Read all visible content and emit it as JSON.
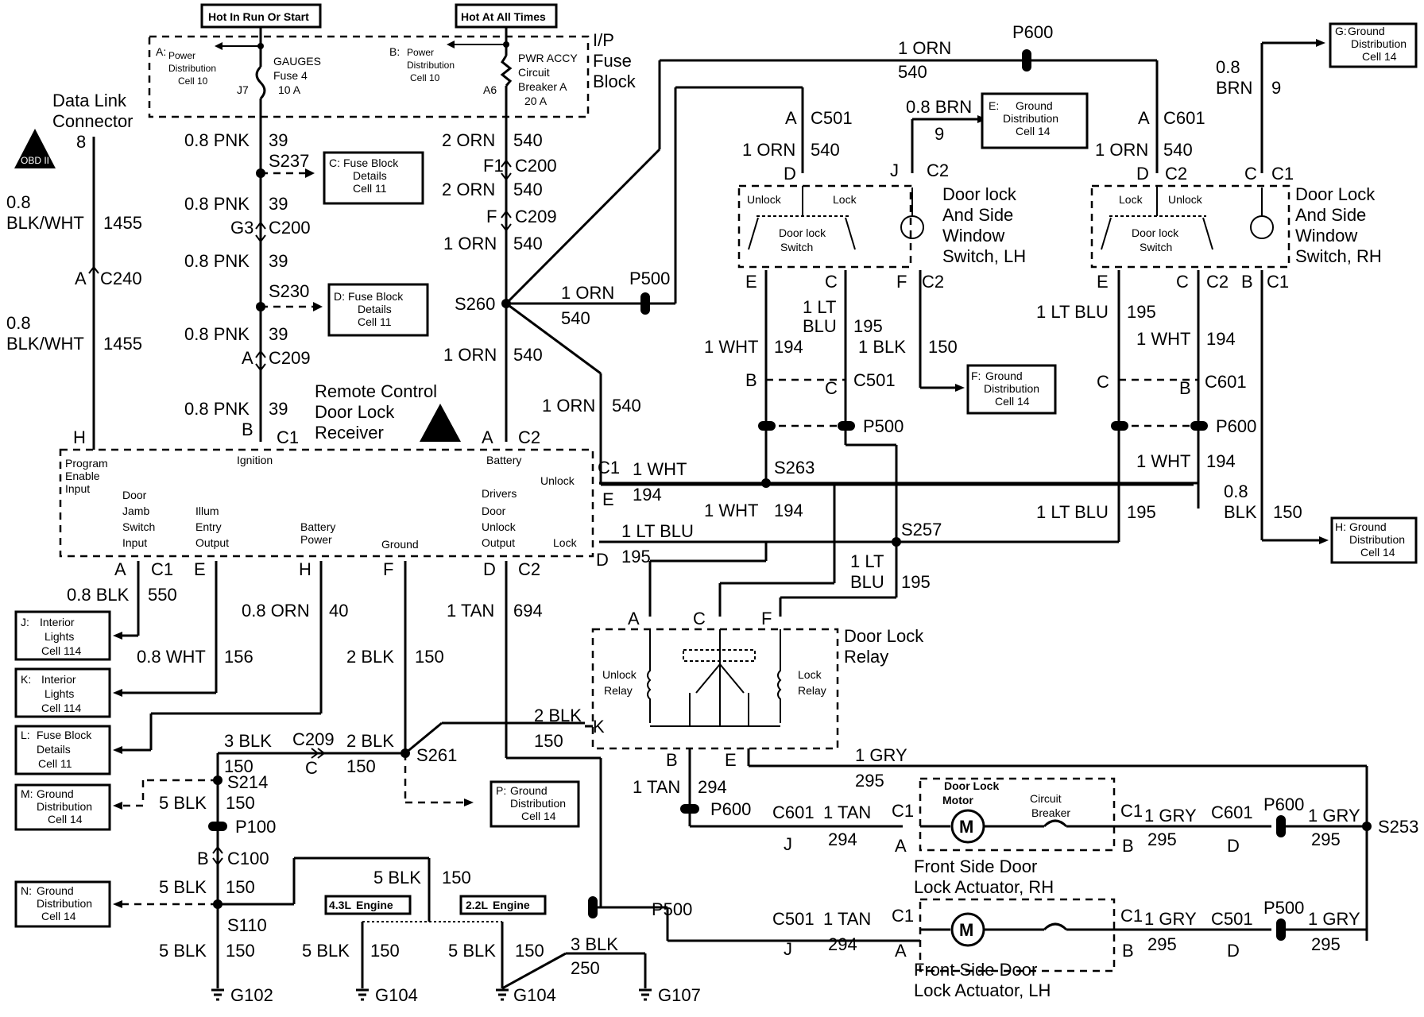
{
  "header": {
    "hot_run_start": "Hot In Run Or Start",
    "hot_all_times": "Hot At All Times",
    "ip_fuse_block": [
      "I/P",
      "Fuse",
      "Block"
    ]
  },
  "fuse_block": {
    "fuse_name": "GAUGES",
    "fuse_id": "Fuse 4",
    "fuse_rating": "10 A",
    "fuse_term": "J7",
    "cb_lines": [
      "PWR ACCY",
      "Circuit",
      "Breaker A",
      "20 A"
    ],
    "cb_term": "A6",
    "ref_a": [
      "A:",
      "Power",
      "Distribution",
      "Cell 10"
    ],
    "ref_b": [
      "B:",
      "Power",
      "Distribution",
      "Cell 10"
    ]
  },
  "dlc": {
    "label": [
      "Data Link",
      "Connector"
    ],
    "pin": "8",
    "icon_text": "OBD II",
    "wire1": [
      "0.8",
      "BLK/WHT",
      "1455"
    ],
    "conn": [
      "A",
      "C240"
    ],
    "wire2": [
      "0.8",
      "BLK/WHT",
      "1455"
    ],
    "pin_h": "H"
  },
  "left_column": [
    {
      "color": "0.8 PNK",
      "circuit": "39"
    },
    {
      "splice": "S237"
    },
    {
      "color": "0.8 PNK",
      "circuit": "39"
    },
    {
      "conn": "G3",
      "id": "C200"
    },
    {
      "color": "0.8 PNK",
      "circuit": "39"
    },
    {
      "splice": "S230"
    },
    {
      "color": "0.8 PNK",
      "circuit": "39"
    },
    {
      "conn": "A",
      "id": "C209"
    },
    {
      "color": "0.8 PNK",
      "circuit": "39"
    },
    {
      "conn": "B",
      "id": "C1"
    }
  ],
  "refs": {
    "c": [
      "C:",
      "Fuse Block",
      "Details",
      "Cell 11"
    ],
    "d": [
      "D:",
      "Fuse Block",
      "Details",
      "Cell 11"
    ],
    "e": [
      "E:",
      "Ground",
      "Distribution",
      "Cell 14"
    ],
    "f": [
      "F:",
      "Ground",
      "Distribution",
      "Cell 14"
    ],
    "g": [
      "G:",
      "Ground",
      "Distribution",
      "Cell 14"
    ],
    "h": [
      "H:",
      "Ground",
      "Distribution",
      "Cell 14"
    ],
    "j": [
      "J:",
      "Interior",
      "Lights",
      "Cell 114"
    ],
    "k": [
      "K:",
      "Interior",
      "Lights",
      "Cell 114"
    ],
    "l": [
      "L:",
      "Fuse Block",
      "Details",
      "Cell 11"
    ],
    "m": [
      "M:",
      "Ground",
      "Distribution",
      "Cell 14"
    ],
    "n": [
      "N:",
      "Ground",
      "Distribution",
      "Cell 14"
    ],
    "p": [
      "P:",
      "Ground",
      "Distribution",
      "Cell 14"
    ]
  },
  "center_column": [
    {
      "color": "2 ORN",
      "circuit": "540"
    },
    {
      "conn": "F1",
      "id": "C200"
    },
    {
      "color": "2 ORN",
      "circuit": "540"
    },
    {
      "conn": "F",
      "id": "C209"
    },
    {
      "color": "1 ORN",
      "circuit": "540"
    },
    {
      "splice": "S260"
    },
    {
      "color": "1 ORN",
      "circuit": "540"
    },
    {
      "conn": "A",
      "id": "C2"
    }
  ],
  "receiver": {
    "title": [
      "Remote Control",
      "Door Lock",
      "Receiver"
    ],
    "ignition": "Ignition",
    "battery": "Battery",
    "program": [
      "Program",
      "Enable",
      "Input"
    ],
    "door_jamb": [
      "Door",
      "Jamb",
      "Switch",
      "Input"
    ],
    "illum": [
      "Illum",
      "Entry",
      "Output"
    ],
    "battery_power": [
      "Battery",
      "Power"
    ],
    "ground": "Ground",
    "drivers": [
      "Drivers",
      "Door",
      "Unlock",
      "Output"
    ],
    "unlock": "Unlock",
    "lock": "Lock",
    "pins": {
      "c1": "C1",
      "e": "E",
      "d": "D",
      "a": "A",
      "a_c1": "C1",
      "e2": "E",
      "h": "H",
      "f": "F",
      "d2": "D",
      "c2": "C2"
    }
  },
  "top_wires": {
    "orn_top": [
      "1 ORN",
      "540",
      "P600"
    ],
    "orn_p500": [
      "1 ORN",
      "540",
      "P500"
    ],
    "orn_s260_down": [
      "1 ORN",
      "540"
    ],
    "lh_c501": [
      "A",
      "C501",
      "1 ORN",
      "540",
      "D"
    ],
    "rh_c601": [
      "A",
      "C601",
      "1 ORN",
      "540",
      "D",
      "C2"
    ],
    "brn": [
      "0.8 BRN",
      "9",
      "J",
      "C2"
    ],
    "rh_brn": [
      "0.8",
      "BRN",
      "9",
      "C",
      "C1"
    ]
  },
  "lh_switch": {
    "title": [
      "Door lock",
      "And Side",
      "Window",
      "Switch, LH"
    ],
    "unlock": "Unlock",
    "lock": "Lock",
    "inner": [
      "Door lock",
      "Switch"
    ],
    "pins": [
      "E",
      "C",
      "F",
      "C2"
    ]
  },
  "rh_switch": {
    "title": [
      "Door Lock",
      "And Side",
      "Window",
      "Switch, RH"
    ],
    "lock": "Lock",
    "unlock": "Unlock",
    "inner": [
      "Door lock",
      "Switch"
    ],
    "pins": [
      "E",
      "C",
      "C2",
      "B",
      "C1"
    ]
  },
  "mid_wires": {
    "lh": [
      "1 LT",
      "BLU",
      "195",
      "1 WHT",
      "194",
      "1 BLK",
      "150",
      "B",
      "C",
      "C501",
      "P500"
    ],
    "rh": [
      "1 LT BLU",
      "195",
      "1 WHT",
      "194",
      "C",
      "B",
      "C601",
      "P600"
    ],
    "bus": [
      "C1",
      "1 WHT",
      "194",
      "E",
      "1 LT BLU",
      "D",
      "195",
      "S263",
      "1 WHT",
      "194",
      "S257",
      "1 LT BLU",
      "195",
      "1 WHT",
      "194",
      "1 LT",
      "BLU",
      "195",
      "1 ORN",
      "540"
    ],
    "rh_blk": [
      "0.8",
      "BLK",
      "150"
    ]
  },
  "lower_left": {
    "blk550": [
      "0.8 BLK",
      "550"
    ],
    "wht156": [
      "0.8 WHT",
      "156"
    ],
    "orn40": [
      "0.8 ORN",
      "40"
    ],
    "blk150": [
      "2 BLK",
      "150"
    ],
    "tan694": [
      "1 TAN",
      "694"
    ],
    "c209": [
      "3 BLK",
      "150",
      "C209",
      "C",
      "2 BLK",
      "150",
      "S261"
    ],
    "s214": [
      "S214",
      "5 BLK",
      "150",
      "P100",
      "B",
      "C100",
      "5 BLK",
      "150",
      "S110",
      "5 BLK",
      "150"
    ],
    "engines": [
      "5 BLK",
      "150",
      "4.3L",
      "Engine",
      "2.2L",
      "Engine"
    ],
    "grounds": [
      "G102",
      "G104",
      "G104",
      "G107"
    ],
    "g_wires": [
      "5 BLK",
      "150",
      "5 BLK",
      "150",
      "3 BLK",
      "250",
      "5 BLK",
      "150"
    ]
  },
  "relay": {
    "title": [
      "Door Lock",
      "Relay"
    ],
    "unlock": [
      "Unlock",
      "Relay"
    ],
    "lock": [
      "Lock",
      "Relay"
    ],
    "pins": [
      "A",
      "C",
      "F",
      "K",
      "B",
      "E"
    ],
    "blk": [
      "2 BLK",
      "150"
    ],
    "gry": [
      "1 GRY",
      "295"
    ],
    "tan": [
      "1 TAN",
      "294",
      "P600"
    ]
  },
  "actuators": {
    "rh": [
      "Door Lock",
      "Motor",
      "Circuit",
      "Breaker",
      "Front Side Door",
      "Lock Actuator, RH"
    ],
    "lh": [
      "Front Side Door",
      "Lock Actuator, LH"
    ],
    "rh_wires": [
      "C601",
      "1 TAN",
      "294",
      "J",
      "C1",
      "A",
      "C1",
      "B",
      "1 GRY",
      "295",
      "C601",
      "D",
      "P600",
      "1 GRY",
      "295",
      "S253"
    ],
    "lh_wires": [
      "P500",
      "C501",
      "1 TAN",
      "294",
      "J",
      "C1",
      "A",
      "C1",
      "B",
      "1 GRY",
      "295",
      "C501",
      "D",
      "P500",
      "1 GRY",
      "295"
    ],
    "motor": "M"
  }
}
